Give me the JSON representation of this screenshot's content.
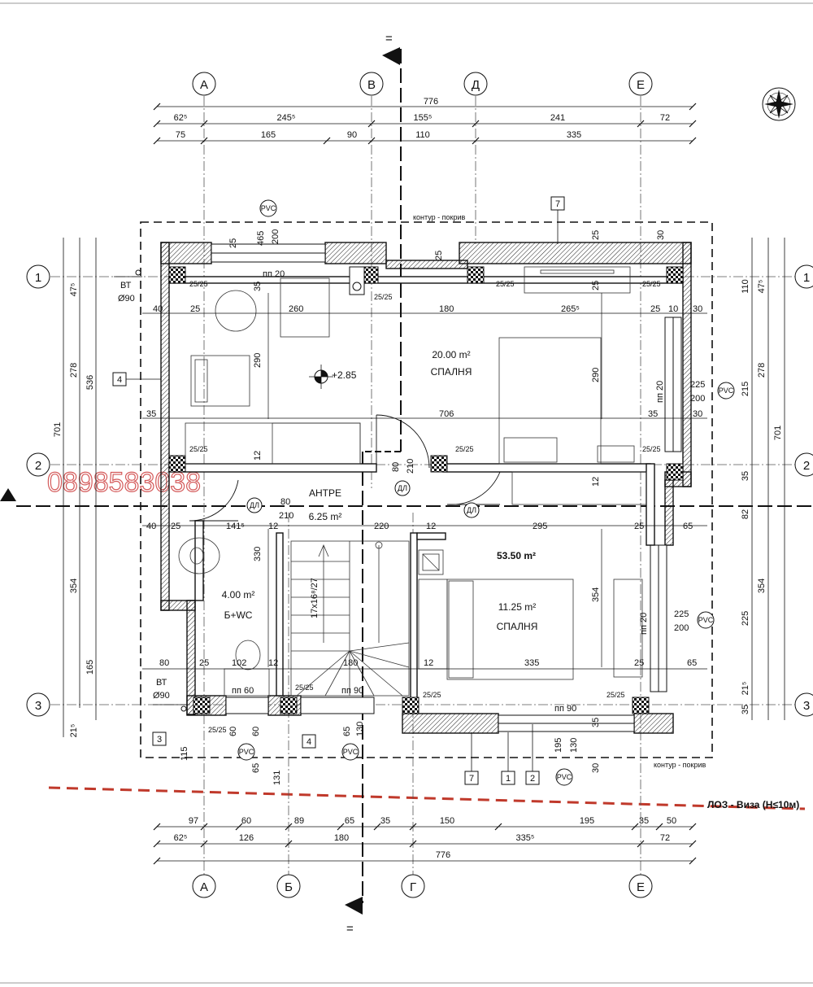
{
  "axes_top": [
    "А",
    "В",
    "Д",
    "Е"
  ],
  "axes_bottom": [
    "А",
    "Б",
    "Г",
    "Е"
  ],
  "axes_rows": [
    "1",
    "2",
    "3"
  ],
  "dims_top": {
    "total": "776",
    "row2": [
      "62⁵",
      "245⁵",
      "155⁵",
      "241",
      "72"
    ],
    "row3": [
      "75",
      "165",
      "90",
      "110",
      "335"
    ]
  },
  "dims_bottom": {
    "row1": [
      "97",
      "60",
      "89",
      "65",
      "35",
      "150",
      "195",
      "35",
      "50"
    ],
    "row2": [
      "62⁵",
      "126",
      "180",
      "335⁵",
      "72"
    ],
    "total": "776"
  },
  "dims_left": [
    "47⁵",
    "278",
    "536",
    "701",
    "354",
    "165",
    "21⁵"
  ],
  "dims_right": [
    "110",
    "47⁵",
    "215",
    "278",
    "701",
    "35",
    "82",
    "354",
    "225",
    "21⁵",
    "35"
  ],
  "rooms": {
    "bedroom1": {
      "area": "20.00 m²",
      "name": "СПАЛНЯ"
    },
    "hall": {
      "name": "АНТРЕ",
      "area": "6.25 m²"
    },
    "bathroom": {
      "area": "4.00 m²",
      "name": "Б+WC"
    },
    "bedroom2": {
      "area": "11.25 m²",
      "name": "СПАЛНЯ"
    },
    "total": "53.50 m²"
  },
  "level": "+2.85",
  "labels": {
    "contour_top": "контур - покрив",
    "contour_bottom": "контур - покрив",
    "loz": "ЛОЗ - Виза (H≤10м)",
    "bt": "ВТ",
    "bt_dia": "Ø90",
    "pvc": "PVC",
    "stairs": "17x16⁸/27",
    "dl": "ДЛ",
    "column": "25/25",
    "pp20": "пп 20",
    "pp60": "пп 60",
    "pp90": "пп 90",
    "window_225": "225",
    "window_200": "200"
  },
  "tags": [
    "7",
    "4",
    "4",
    "3",
    "7",
    "1",
    "2"
  ],
  "watermark": "0898583038",
  "interior_dims": [
    "40",
    "25",
    "260",
    "180",
    "265⁵",
    "25",
    "10",
    "30",
    "35",
    "706",
    "35",
    "30",
    "290",
    "290",
    "12",
    "12",
    "80",
    "210",
    "80",
    "210",
    "40",
    "25",
    "141⁵",
    "12",
    "220",
    "12",
    "295",
    "25",
    "65",
    "330",
    "80",
    "25",
    "102",
    "12",
    "180",
    "12",
    "335",
    "25",
    "65",
    "354",
    "60",
    "60",
    "65",
    "130",
    "195",
    "130",
    "30",
    "115",
    "131",
    "65",
    "35",
    "25",
    "465",
    "200",
    "25",
    "25",
    "30",
    "25",
    "35"
  ]
}
